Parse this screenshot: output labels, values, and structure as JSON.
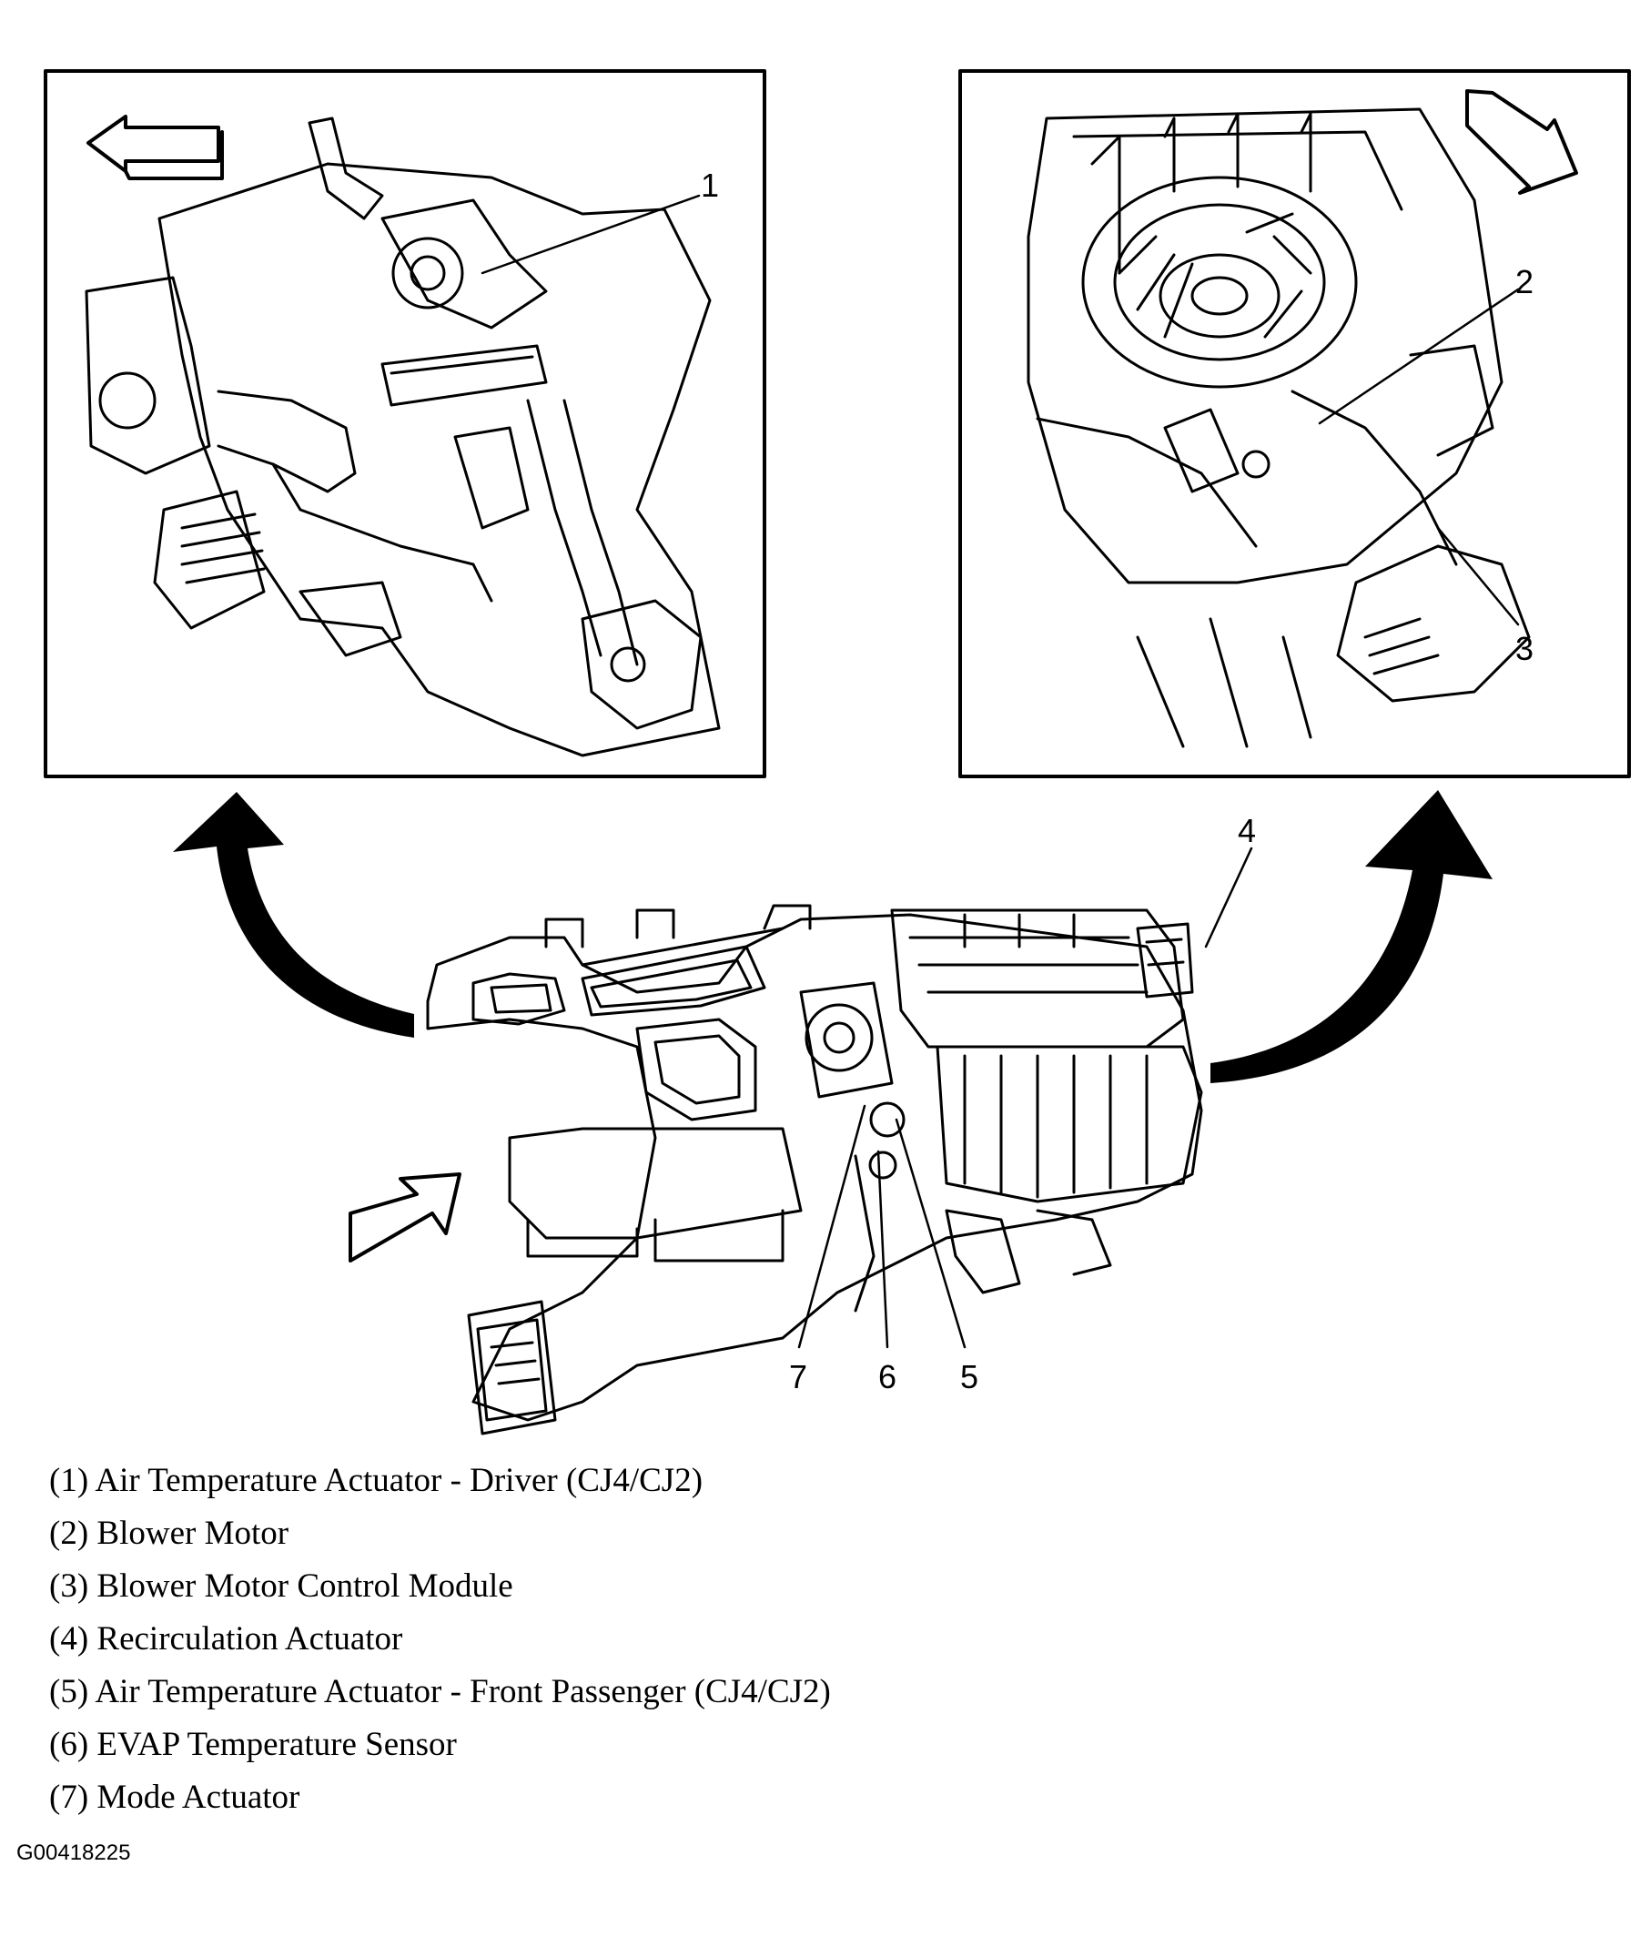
{
  "callouts": [
    "1",
    "2",
    "3",
    "4",
    "5",
    "6",
    "7"
  ],
  "legend": [
    "(1) Air Temperature Actuator - Driver (CJ4/CJ2)",
    "(2) Blower Motor",
    "(3) Blower Motor Control Module",
    "(4) Recirculation Actuator",
    "(5) Air Temperature Actuator - Front Passenger (CJ4/CJ2)",
    "(6) EVAP Temperature Sensor",
    "(7) Mode Actuator"
  ],
  "figure_id": "G00418225"
}
